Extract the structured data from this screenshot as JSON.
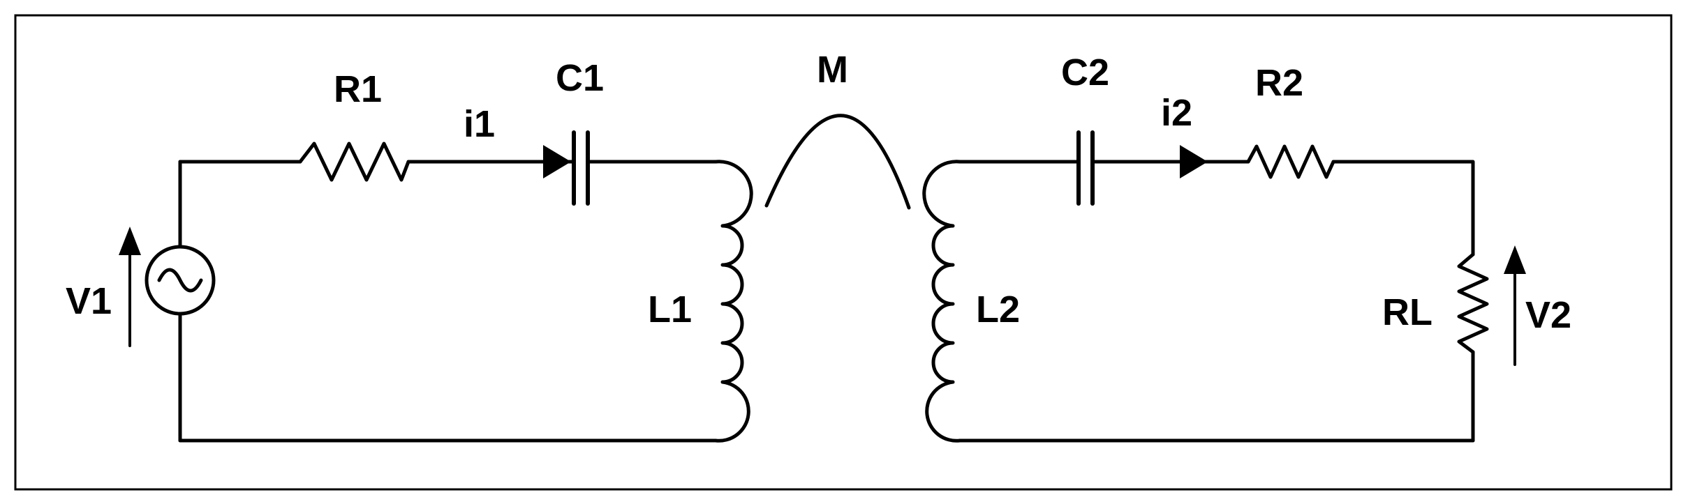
{
  "diagram": {
    "labels": {
      "r1": "R1",
      "i1": "i1",
      "c1": "C1",
      "m": "M",
      "c2": "C2",
      "i2": "i2",
      "r2": "R2",
      "v1": "V1",
      "l1": "L1",
      "l2": "L2",
      "rl": "RL",
      "v2": "V2"
    }
  }
}
